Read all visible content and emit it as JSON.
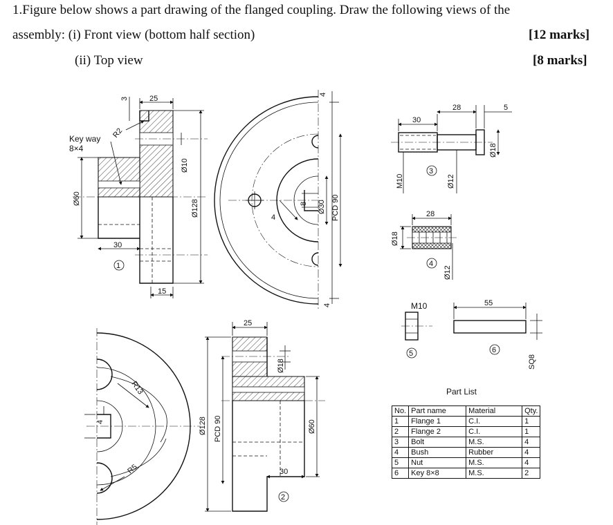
{
  "question": {
    "line1": "1.Figure below shows a part drawing of the flanged coupling. Draw the following views of the",
    "line2": "assembly: (i) Front view (bottom half section)",
    "marks1": "[12 marks]",
    "line3": "(ii) Top view",
    "marks2": "[8 marks]"
  },
  "flange1": {
    "label_keyway": "Key way",
    "label_keysize": "8×4",
    "dim_top": "25",
    "dim_3": "3",
    "dim_r2": "R2",
    "dim_d10": "Ø10",
    "dim_d128": "Ø128",
    "dim_d60": "Ø60",
    "dim_30": "30",
    "dim_15": "15",
    "part_no": "1"
  },
  "flange1_side": {
    "dim_4a": "4",
    "dim_4b": "4",
    "dim_4c": "4",
    "dim_8": "8",
    "dim_d30": "Ø30",
    "dim_pcd": "PCD 90"
  },
  "bolt": {
    "dim_28": "28",
    "dim_5": "5",
    "dim_30": "30",
    "dim_d18": "Ø18",
    "dim_m10": "M10",
    "dim_d12": "Ø12",
    "part_no": "3"
  },
  "bush": {
    "dim_28": "28",
    "dim_d18": "Ø18",
    "dim_d12": "Ø12",
    "part_no": "4"
  },
  "nut": {
    "label": "M10",
    "part_no": "5"
  },
  "key": {
    "dim_55": "55",
    "dim_sq8": "SQ8",
    "part_no": "6"
  },
  "flange2_side": {
    "dim_r13": "R13",
    "dim_r5": "R5",
    "dim_4": "4"
  },
  "flange2": {
    "dim_25": "25",
    "dim_d18": "Ø18",
    "dim_d128": "Ø128",
    "dim_pcd": "PCD 90",
    "dim_d60": "Ø60",
    "dim_30": "30",
    "part_no": "2"
  },
  "part_list": {
    "title": "Part List",
    "headers": [
      "No.",
      "Part name",
      "Material",
      "Qty."
    ],
    "rows": [
      [
        "1",
        "Flange 1",
        "C.I.",
        "1"
      ],
      [
        "2",
        "Flange 2",
        "C.I.",
        "1"
      ],
      [
        "3",
        "Bolt",
        "M.S.",
        "4"
      ],
      [
        "4",
        "Bush",
        "Rubber",
        "4"
      ],
      [
        "5",
        "Nut",
        "M.S.",
        "4"
      ],
      [
        "6",
        "Key 8×8",
        "M.S.",
        "2"
      ]
    ]
  }
}
